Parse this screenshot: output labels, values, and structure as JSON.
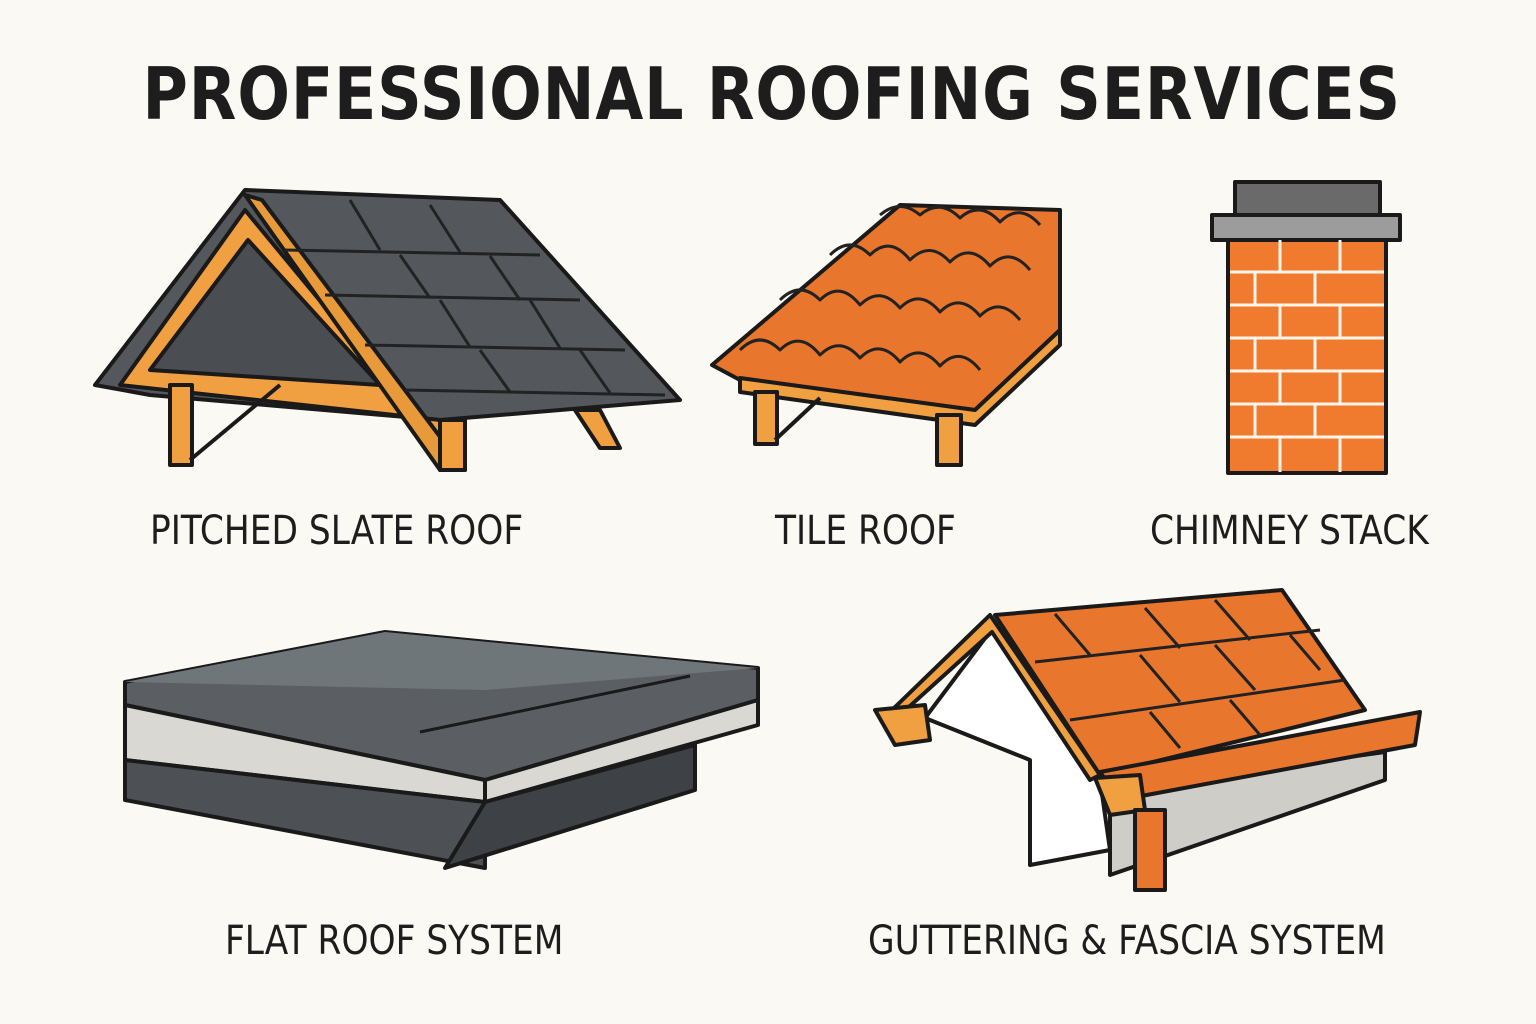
{
  "title": "PROFESSIONAL ROOFING SERVICES",
  "services": [
    {
      "label": "PITCHED SLATE ROOF",
      "icon": "pitched-slate-roof-illustration"
    },
    {
      "label": "TILE ROOF",
      "icon": "tile-roof-illustration"
    },
    {
      "label": "CHIMNEY STACK",
      "icon": "chimney-stack-illustration"
    },
    {
      "label": "FLAT ROOF SYSTEM",
      "icon": "flat-roof-illustration"
    },
    {
      "label": "GUTTERING & FASCIA SYSTEM",
      "icon": "guttering-fascia-illustration"
    }
  ],
  "colors": {
    "background": "#fbf9f3",
    "text": "#1d1d1d",
    "slate": "#5b5f63",
    "orange": "#e8762c",
    "timber": "#f0a040",
    "brick": "#f07a2e"
  }
}
